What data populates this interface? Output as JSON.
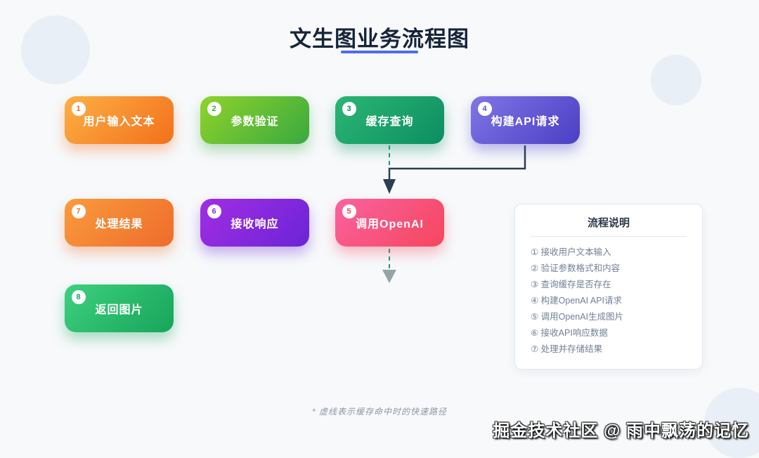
{
  "title": "文生图业务流程图",
  "nodes": [
    {
      "number": "1",
      "label": "用户输入文本",
      "color_from": "#fcb045",
      "color_to": "#f3701b"
    },
    {
      "number": "2",
      "label": "参数验证",
      "color_from": "#8fd32a",
      "color_to": "#3aa93f"
    },
    {
      "number": "3",
      "label": "缓存查询",
      "color_from": "#2bb673",
      "color_to": "#0d8e63"
    },
    {
      "number": "4",
      "label": "构建API请求",
      "color_from": "#8075e5",
      "color_to": "#4b3fc4"
    },
    {
      "number": "5",
      "label": "调用OpenAI",
      "color_from": "#fa62a0",
      "color_to": "#f5465d"
    },
    {
      "number": "6",
      "label": "接收响应",
      "color_from": "#a22de4",
      "color_to": "#6b24d6"
    },
    {
      "number": "7",
      "label": "处理结果",
      "color_from": "#fa9b3d",
      "color_to": "#ee6c2b"
    },
    {
      "number": "8",
      "label": "返回图片",
      "color_from": "#3ed07f",
      "color_to": "#17a55a"
    }
  ],
  "legend": {
    "title": "流程说明",
    "items": [
      "① 接收用户文本输入",
      "② 验证参数格式和内容",
      "③ 查询缓存是否存在",
      "④ 构建OpenAI API请求",
      "⑤ 调用OpenAI生成图片",
      "⑥ 接收API响应数据",
      "⑦ 处理并存储结果"
    ]
  },
  "footnote": "* 虚线表示缓存命中时的快速路径",
  "watermark": "掘金技术社区 @ 雨中飘荡的记忆",
  "colors": {
    "title_underline": "#4a6cf7",
    "solid_arrow": "#2c3e50",
    "dashed_arrow": "#16a085",
    "end_arrowhead": "#95a5a6",
    "background": "#f7f9fb"
  }
}
